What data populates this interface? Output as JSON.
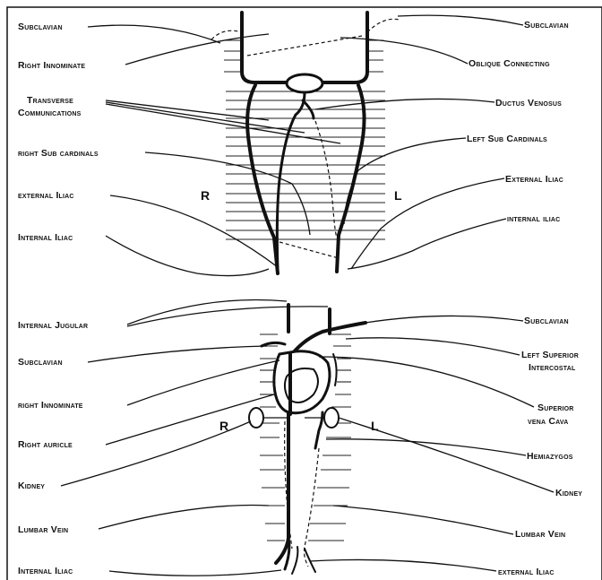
{
  "top": {
    "labels_left": {
      "subclavian": "Subclavian",
      "right_innominate": "Right Innominate",
      "transverse_1": "Transverse",
      "transverse_2": "Communications",
      "right_sub_cardinals": "right Sub cardinals",
      "external_iliac": "external Iliac",
      "internal_iliac": "Internal Iliac"
    },
    "labels_right": {
      "subclavian": "Subclavian",
      "oblique_connecting": "Oblique Connecting",
      "ductus_venosus": "Ductus Venosus",
      "left_sub_cardinals": "Left Sub Cardinals",
      "external_iliac": "External Iliac",
      "internal_iliac": "internal iliac"
    },
    "side_r": "R",
    "side_l": "L"
  },
  "bottom": {
    "labels_left": {
      "internal_jugular": "Internal Jugular",
      "subclavian": "Subclavian",
      "right_innominate": "right Innominate",
      "right_auricle": "Right auricle",
      "kidney": "Kidney",
      "lumbar_vein": "Lumbar Vein",
      "internal_iliac": "Internal Iliac"
    },
    "labels_right": {
      "subclavian": "Subclavian",
      "left_superior_1": "Left Superior",
      "left_superior_2": "Intercostal",
      "superior_vena_cava_1": "Superior",
      "superior_vena_cava_2": "vena Cava",
      "hemiazygos": "Hemiazygos",
      "kidney": "Kidney",
      "lumbar_vein": "Lumbar Vein",
      "external_iliac": "external Iliac"
    },
    "side_r": "R",
    "side_l": "L"
  }
}
